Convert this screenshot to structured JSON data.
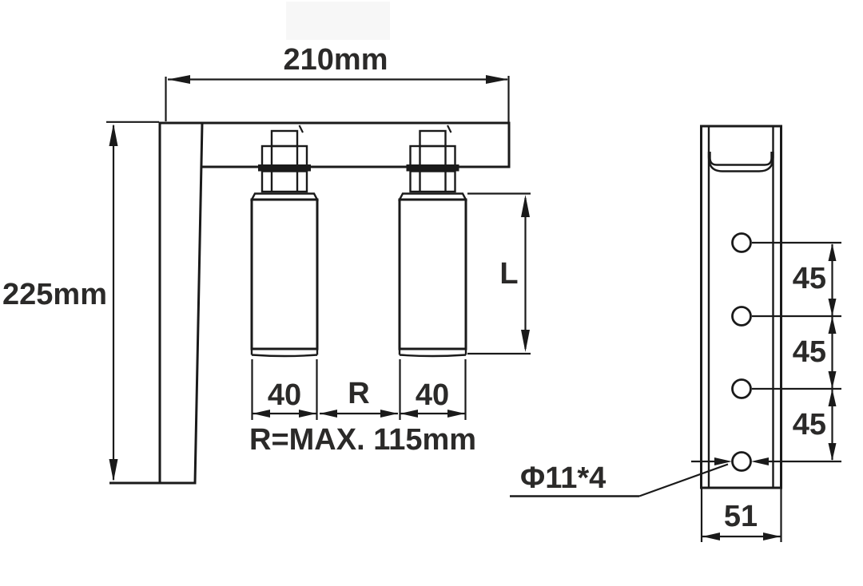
{
  "front_view": {
    "width_dim": "210mm",
    "height_dim": "225mm",
    "roller_width_left": "40",
    "roller_gap": "R",
    "roller_width_right": "40",
    "gap_note": "R=MAX. 115mm",
    "roller_length": "L"
  },
  "side_view": {
    "hole_spacings": [
      "45",
      "45",
      "45"
    ],
    "hole_spec": "Φ11*4",
    "channel_width": "51"
  },
  "colors": {
    "line": "#1a1a1a",
    "text": "#2b2a29",
    "background": "#ffffff",
    "watermark": "#f7f7f7"
  }
}
